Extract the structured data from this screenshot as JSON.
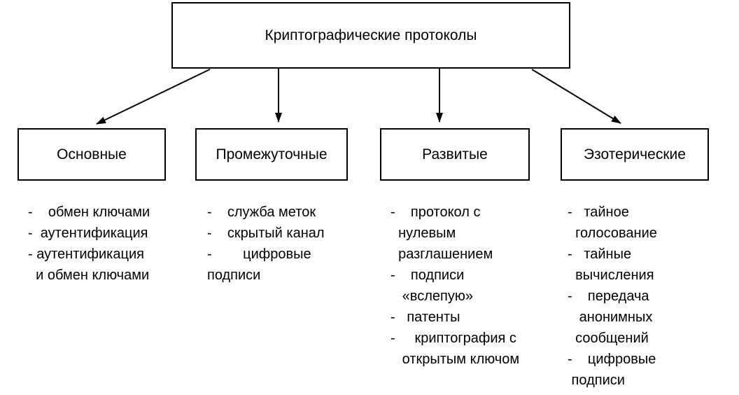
{
  "root": {
    "title": "Криптографические протоколы"
  },
  "categories": [
    {
      "label": "Основные",
      "lines": [
        "-    обмен ключами",
        "-  аутентификация",
        "- аутентификация",
        "  и обмен ключами"
      ]
    },
    {
      "label": "Промежуточные",
      "lines": [
        "-    служба меток",
        "-    скрытый канал",
        "-        цифровые",
        "подписи"
      ]
    },
    {
      "label": "Развитые",
      "lines": [
        "-    протокол с",
        "  нулевым",
        "  разглашением",
        "-    подписи",
        "   «вслепую»",
        "-   патенты",
        "-     криптография с",
        "   открытым ключом"
      ]
    },
    {
      "label": "Эзотерические",
      "lines": [
        "-   тайное",
        "  голосование",
        "-   тайные",
        "  вычисления",
        "-    передача",
        "   анонимных",
        "  сообщений",
        "-    цифровые",
        " подписи"
      ]
    }
  ],
  "colors": {
    "background": "#ffffff",
    "text": "#000000",
    "box_border": "#000000",
    "arrow": "#000000"
  }
}
